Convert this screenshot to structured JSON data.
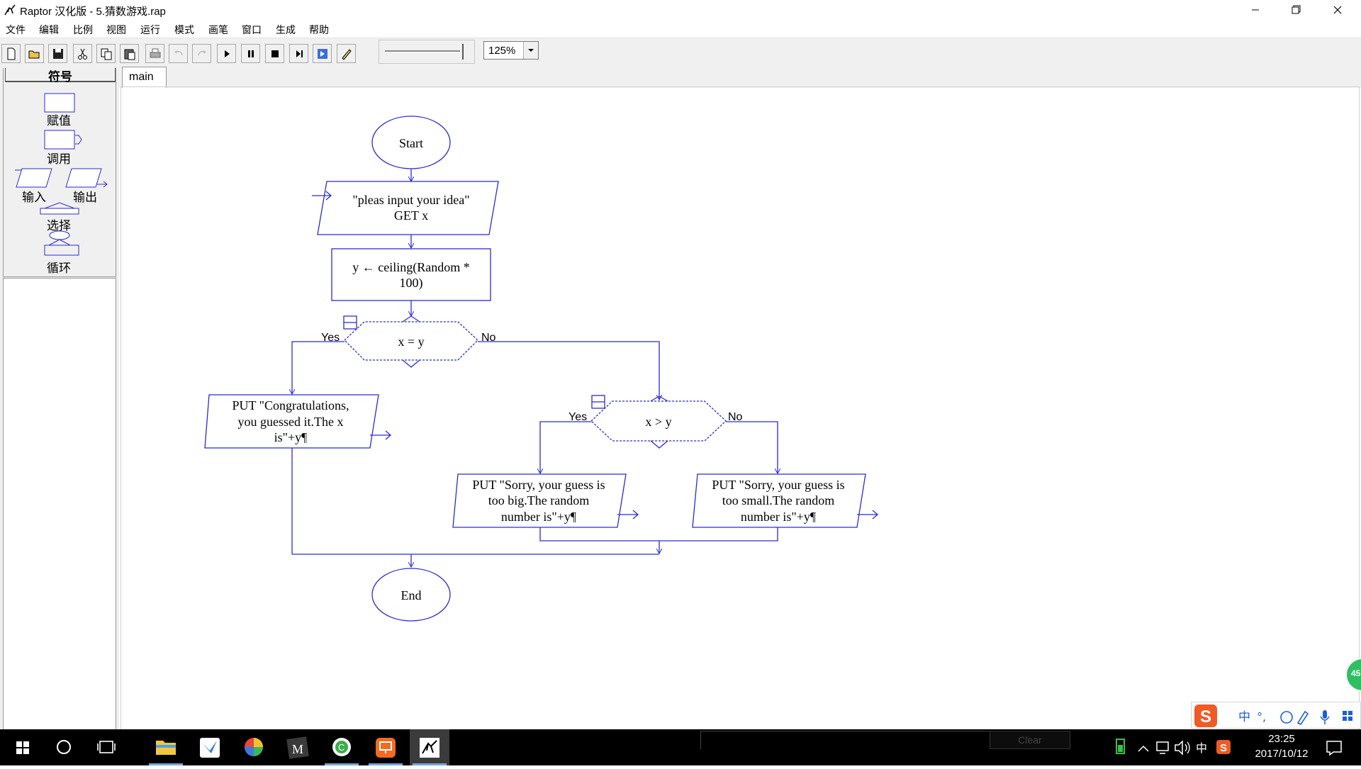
{
  "window": {
    "title": "Raptor 汉化版 - 5.猜数游戏.rap"
  },
  "menu": [
    "文件",
    "编辑",
    "比例",
    "视图",
    "运行",
    "模式",
    "画笔",
    "窗口",
    "生成",
    "帮助"
  ],
  "toolbar": {
    "zoom": "125%",
    "speed_level": 1.0
  },
  "symbols": {
    "title": "符号",
    "items": [
      "赋值",
      "调用",
      "输入",
      "输出",
      "选择",
      "循环"
    ]
  },
  "tabs": [
    {
      "label": "main"
    }
  ],
  "flowchart": {
    "start": "Start",
    "input": {
      "prompt": "\"pleas input your idea\"",
      "var": "GET x"
    },
    "assign": {
      "line1": "y ← ceiling(Random *",
      "line2": "100)"
    },
    "decision1": {
      "cond": "x = y",
      "yes": "Yes",
      "no": "No"
    },
    "output_congrats": {
      "line1": "PUT \"Congratulations,",
      "line2": "you guessed it.The x",
      "line3": "is\"+y¶"
    },
    "decision2": {
      "cond": "x > y",
      "yes": "Yes",
      "no": "No"
    },
    "output_big": {
      "line1": "PUT \"Sorry, your guess is",
      "line2": "too big.The random",
      "line3": "number is\"+y¶"
    },
    "output_small": {
      "line1": "PUT \"Sorry, your guess is",
      "line2": "too small.The random",
      "line3": "number is\"+y¶"
    },
    "end": "End"
  },
  "console": {
    "clear": "Clear"
  },
  "taskbar": {
    "time": "23:25",
    "date": "2017/10/12",
    "ime_lang": "中",
    "float_badge": "45"
  },
  "colors": {
    "flow_line": "#2b2bd6",
    "toolbar_bg": "#f0f0f0"
  }
}
